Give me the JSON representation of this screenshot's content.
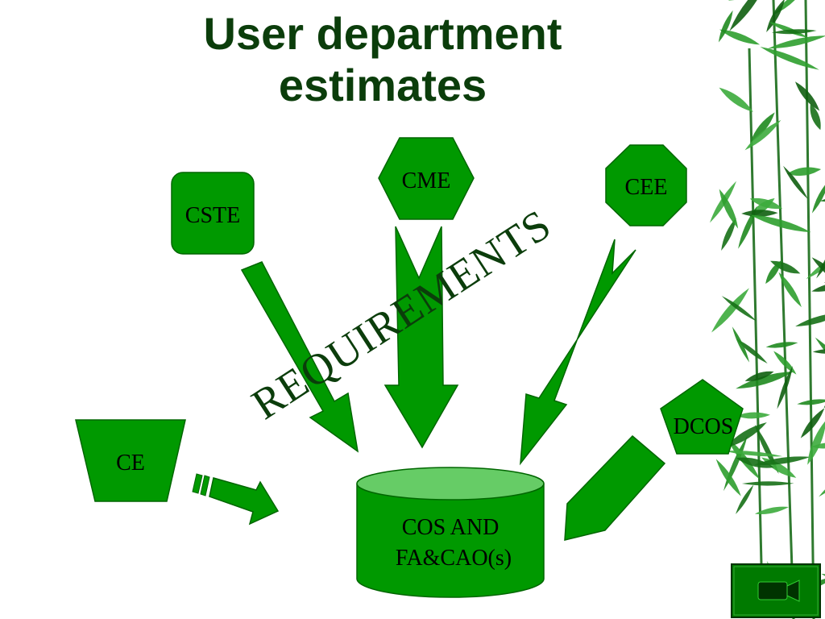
{
  "slide": {
    "title_line1": "User department",
    "title_line2": "estimates"
  },
  "nodes": {
    "cste": "CSTE",
    "cme": "CME",
    "cee": "CEE",
    "ce": "CE",
    "dcos": "DCOS",
    "target_line1": "COS AND",
    "target_line2": "FA&CAO(s)"
  },
  "annotation": "REQUIREMENTS",
  "colors": {
    "shape_fill": "#009900",
    "shape_stroke": "#006600",
    "cylinder_top": "#66cc66",
    "title": "#0b3d0b",
    "leaf": "#1f8a1f"
  },
  "icons": {
    "decoration": "bamboo-leaves-icon",
    "nav_button": "movie-camera-icon"
  }
}
